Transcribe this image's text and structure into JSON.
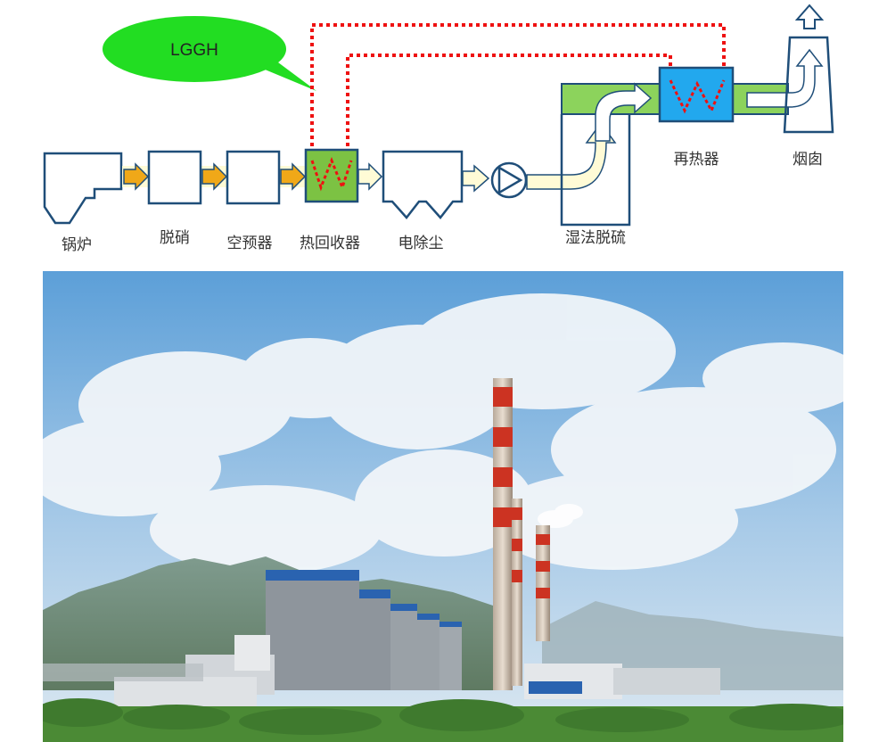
{
  "diagram": {
    "bubble_label": "LGGH",
    "labels": {
      "boiler": "锅炉",
      "denitration": "脱硝",
      "air_preheater": "空预器",
      "heat_recovery": "热回收器",
      "esp": "电除尘",
      "wet_fgd": "湿法脱硫",
      "reheater": "再热器",
      "chimney": "烟囱"
    },
    "colors": {
      "bubble": "#22dd22",
      "loop_dashed": "#ee1111",
      "equipment_stroke": "#1f4e79",
      "hot_flow_arrow": "#f0a818",
      "hot_flow_outline": "#1f4e79",
      "cool_flow": "#fffbd6",
      "clean_flow_pipe": "#8cd35c",
      "heat_exchanger_fill": "#7cc243",
      "reheater_fill": "#22a8ee"
    }
  },
  "photo": {
    "subject": "power-plant-photo"
  }
}
